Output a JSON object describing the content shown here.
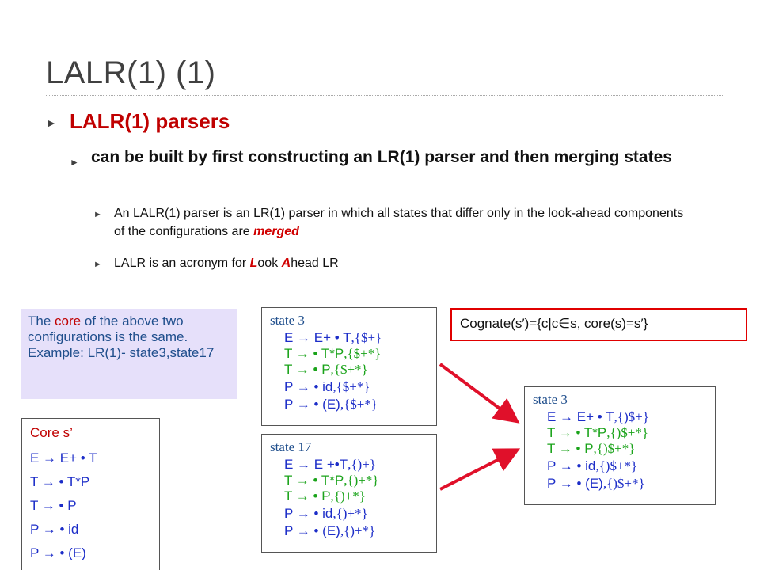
{
  "slide_title": "LALR(1) (1)",
  "bullet1": "LALR(1) parsers",
  "bullet2": "can be built by first constructing an LR(1) parser and then merging states",
  "bullet3": {
    "before": "An LALR(1) parser is an LR(1) parser in which all states that differ only in the look-ahead components of the configurations are ",
    "emph": "merged"
  },
  "bullet4": {
    "l": "L",
    "ook": "ook ",
    "a": "A",
    "rest": "head LR",
    "prefix": "LALR is an acronym for "
  },
  "note": {
    "p1": "The ",
    "core": "core",
    "p2": " of the above two configurations is the same. Example: LR(1)- state3,state17"
  },
  "cognate": "Cognate(s′)={c|c∈s, core(s)=s′}",
  "state3": {
    "name": "state 3",
    "rows": [
      {
        "lhs": "E → E+ • T",
        "la": ",{$+}"
      },
      {
        "lhs": "T → • T*P",
        "la": ",{$+*}"
      },
      {
        "lhs": "T → • P",
        "la": ",{$+*}"
      },
      {
        "lhs": "P → • id",
        "la": ",{$+*}"
      },
      {
        "lhs": "P → • (E)",
        "la": ",{$+*}"
      }
    ]
  },
  "state17": {
    "name": "state 17",
    "rows": [
      {
        "lhs": "E → E +•T",
        "la": ",{)+}"
      },
      {
        "lhs": "T → • T*P",
        "la": ",{)+*}"
      },
      {
        "lhs": "T → • P",
        "la": ",{)+*}"
      },
      {
        "lhs": "P → • id",
        "la": ",{)+*}"
      },
      {
        "lhs": "P → • (E)",
        "la": ",{)+*}"
      }
    ]
  },
  "merged": {
    "name": "state 3",
    "rows": [
      {
        "lhs": "E → E+ • T",
        "la": ",{)$+}"
      },
      {
        "lhs": "T → • T*P",
        "la": ",{)$+*}"
      },
      {
        "lhs": "T → • P",
        "la": ",{)$+*}"
      },
      {
        "lhs": "P → • id",
        "la": ",{)$+*}"
      },
      {
        "lhs": "P → • (E)",
        "la": ",{)$+*}"
      }
    ]
  },
  "core": {
    "title": "Core  s’",
    "rows": [
      "E → E+ • T",
      "T → • T*P",
      "T → • P",
      "P → • id",
      "P → • (E)"
    ]
  },
  "colors": {
    "title": "#404040",
    "accent_red": "#c00000",
    "blue": "#1c2dc8",
    "green": "#1aa31a",
    "note_bg": "#e6e0fa"
  }
}
